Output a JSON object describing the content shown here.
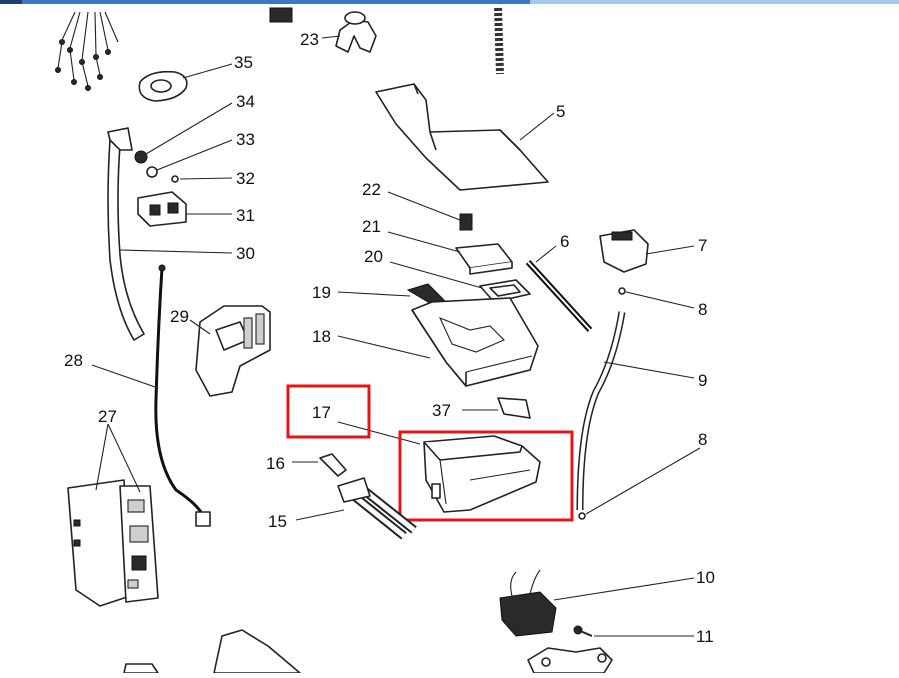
{
  "colors": {
    "highlight": "#e0161b",
    "top_bar_dark": "#1f3f6e",
    "top_bar_mid": "#3d78b8",
    "top_bar_light": "#a9c8e8",
    "line": "#222222"
  },
  "labels": {
    "p35": "35",
    "p34": "34",
    "p33": "33",
    "p32": "32",
    "p31": "31",
    "p30": "30",
    "p29": "29",
    "p28": "28",
    "p27": "27",
    "p23": "23",
    "p22": "22",
    "p21": "21",
    "p20": "20",
    "p19": "19",
    "p18": "18",
    "p17": "17",
    "p16": "16",
    "p15": "15",
    "p5": "5",
    "p6": "6",
    "p7": "7",
    "p8a": "8",
    "p8b": "8",
    "p9": "9",
    "p10": "10",
    "p11": "11",
    "p37": "37"
  },
  "highlighted_parts": [
    "17"
  ]
}
